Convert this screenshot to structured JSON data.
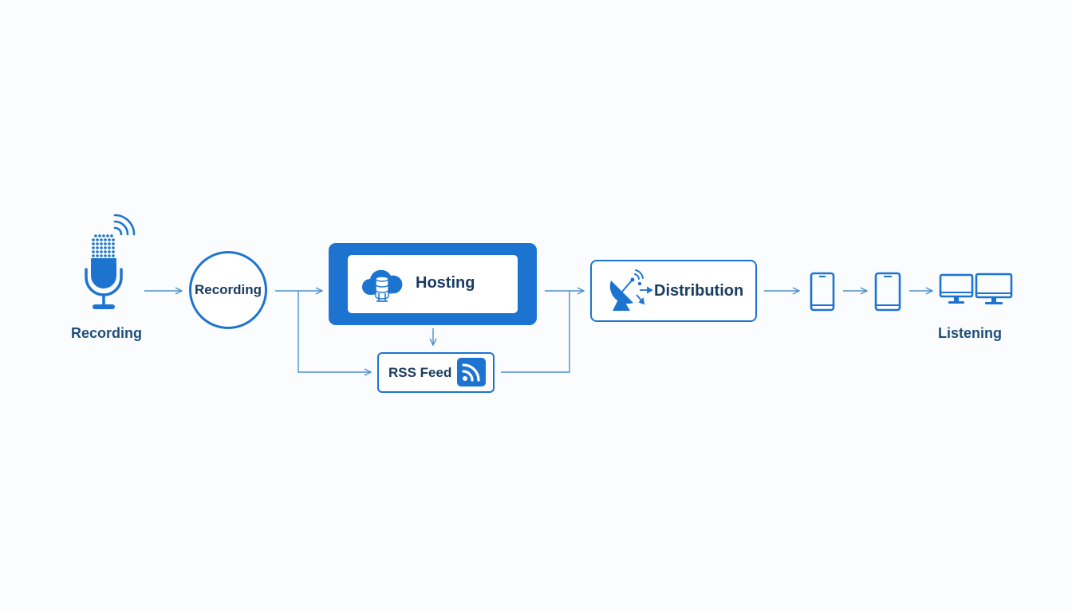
{
  "diagram": {
    "start_label": "Recording",
    "recording_node": "Recording",
    "hosting_node": "Hosting",
    "rss_node": "RSS Feed",
    "distribution_node": "Distribution",
    "end_label": "Listening"
  },
  "colors": {
    "accent": "#1d74d0",
    "accent_dark": "#1a5fae",
    "line": "#4d8fd0",
    "text": "#1a3c60",
    "background": "#fbfcfd"
  },
  "icons": [
    "microphone-icon",
    "cloud-database-icon",
    "rss-icon",
    "satellite-dish-icon",
    "smartphone-icon",
    "smartphone-icon",
    "desktop-monitor-icon",
    "desktop-monitor-icon"
  ]
}
